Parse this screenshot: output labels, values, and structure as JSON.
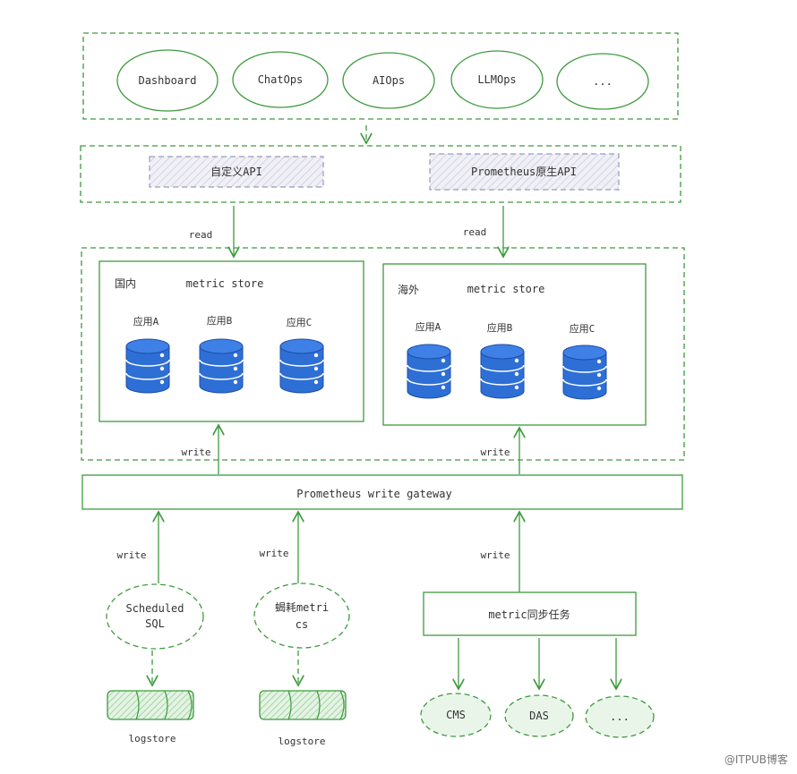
{
  "clients": [
    "Dashboard",
    "ChatOps",
    "AIOps",
    "LLMOps",
    "..."
  ],
  "apis": {
    "custom": "自定义API",
    "native": "Prometheus原生API"
  },
  "read_label": "read",
  "write_label": "write",
  "store_label": "metric store",
  "regions": [
    {
      "name": "国内",
      "apps": [
        "应用A",
        "应用B",
        "应用C"
      ]
    },
    {
      "name": "海外",
      "apps": [
        "应用A",
        "应用B",
        "应用C"
      ]
    }
  ],
  "gateway": "Prometheus write gateway",
  "sources": {
    "scheduled_sql": [
      "Scheduled",
      "SQL"
    ],
    "metrics_op": [
      "蝎耗metri",
      "cs"
    ],
    "sync_task": "metric同步任务"
  },
  "logstore": "logstore",
  "sync_targets": [
    "CMS",
    "DAS",
    "..."
  ],
  "colors": {
    "line": "#3d9a3d",
    "db": "#2e6fd6",
    "api_fill": "#e6e6f0"
  },
  "watermark": "@ITPUB博客"
}
